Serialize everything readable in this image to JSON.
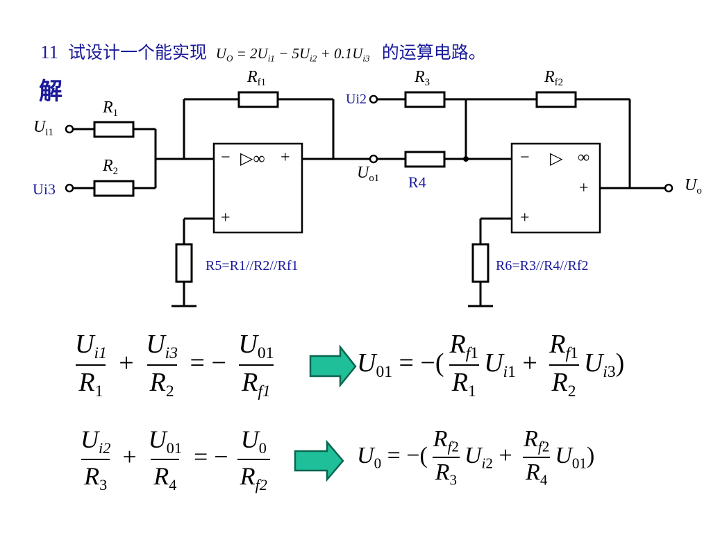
{
  "title": {
    "number": "11",
    "text_before": "试设计一个能实现",
    "formula": "U_O = 2U_i1 − 5U_i2 + 0.1U_i3",
    "text_after": "的运算电路。"
  },
  "solution_label": "解",
  "circuit": {
    "inputs": {
      "ui1": "U",
      "ui1_sub": "i1",
      "ui3": "Ui3",
      "ui2": "Ui2",
      "uo1": "U",
      "uo1_sub": "o1",
      "uo": "U",
      "uo_sub": "o"
    },
    "resistors": {
      "r1": "R",
      "r1_sub": "1",
      "r2": "R",
      "r2_sub": "2",
      "rf1": "R",
      "rf1_sub": "f1",
      "r3": "R",
      "r3_sub": "3",
      "rf2": "R",
      "rf2_sub": "f2",
      "r4": "R4"
    },
    "opamp1": {
      "minus": "−",
      "symbol": "▷∞",
      "plus_out": "+",
      "plus_in": "+"
    },
    "opamp2": {
      "minus": "−",
      "symbol": "▷",
      "inf": "∞",
      "plus_out": "+",
      "plus_in": "+"
    },
    "r5_note": "R5=R1//R2//Rf1",
    "r6_note": "R6=R3//R4//Rf2"
  },
  "equations": {
    "eq1_left": {
      "a_num": "U",
      "a_num_sub": "i1",
      "a_den": "R",
      "a_den_sub": "1",
      "b_num": "U",
      "b_num_sub": "i3",
      "b_den": "R",
      "b_den_sub": "2",
      "c_num": "U",
      "c_num_sub": "01",
      "c_den": "R",
      "c_den_sub": "f1"
    },
    "eq1_right": "U01 = −(Rf1/R1·Ui1 + Rf1/R2·Ui3)",
    "eq2_left": {
      "a_num": "U",
      "a_num_sub": "i2",
      "a_den": "R",
      "a_den_sub": "3",
      "b_num": "U",
      "b_num_sub": "01",
      "b_den": "R",
      "b_den_sub": "4",
      "c_num": "U",
      "c_num_sub": "0",
      "c_den": "R",
      "c_den_sub": "f2"
    },
    "eq2_right": "U0 = −(Rf2/R3·Ui2 + Rf2/R4·U01)"
  },
  "colors": {
    "arrow_fill": "#1fbf9a",
    "arrow_stroke": "#0a6650",
    "label_blue": "#1a1a9a"
  }
}
